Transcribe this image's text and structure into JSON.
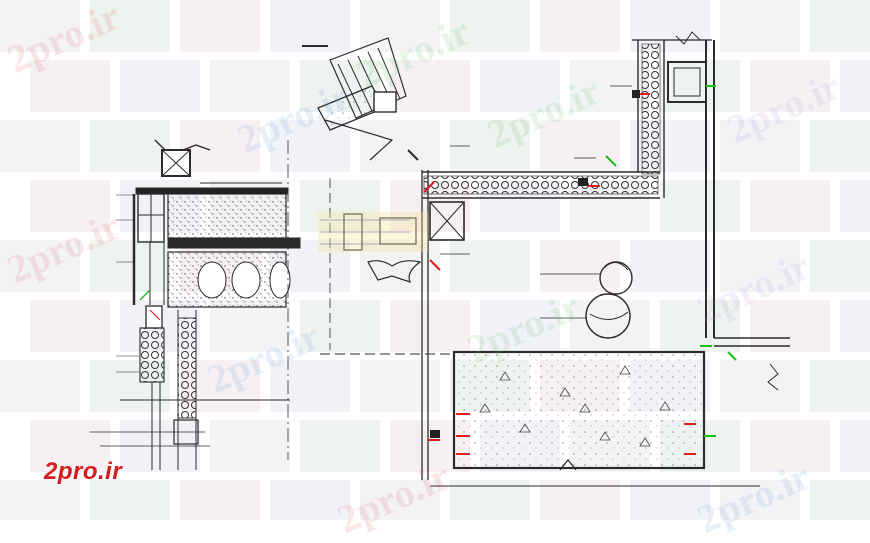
{
  "brand": {
    "label": "2pro.ir",
    "color": "#d41c1c"
  },
  "watermark": {
    "text": "2pro.ir",
    "colors": [
      "#e26a6a",
      "#6f9ee0",
      "#6cc46c",
      "#b79ae0"
    ]
  },
  "colors": {
    "line": "#2b2b2b",
    "accent_green": "#18c018",
    "accent_red": "#e02020",
    "insulation": "#3a3a3a",
    "concrete_hatch": "#555555",
    "background_tiles": [
      "#f3f3f6",
      "#eef3ef",
      "#f6f0f3",
      "#f0f2f7"
    ]
  },
  "drawing": {
    "icons": [
      "wall-section",
      "glazing-detail",
      "pipe-detail",
      "concrete-slab",
      "insulation-batt",
      "steel-box-section",
      "break-line"
    ]
  }
}
